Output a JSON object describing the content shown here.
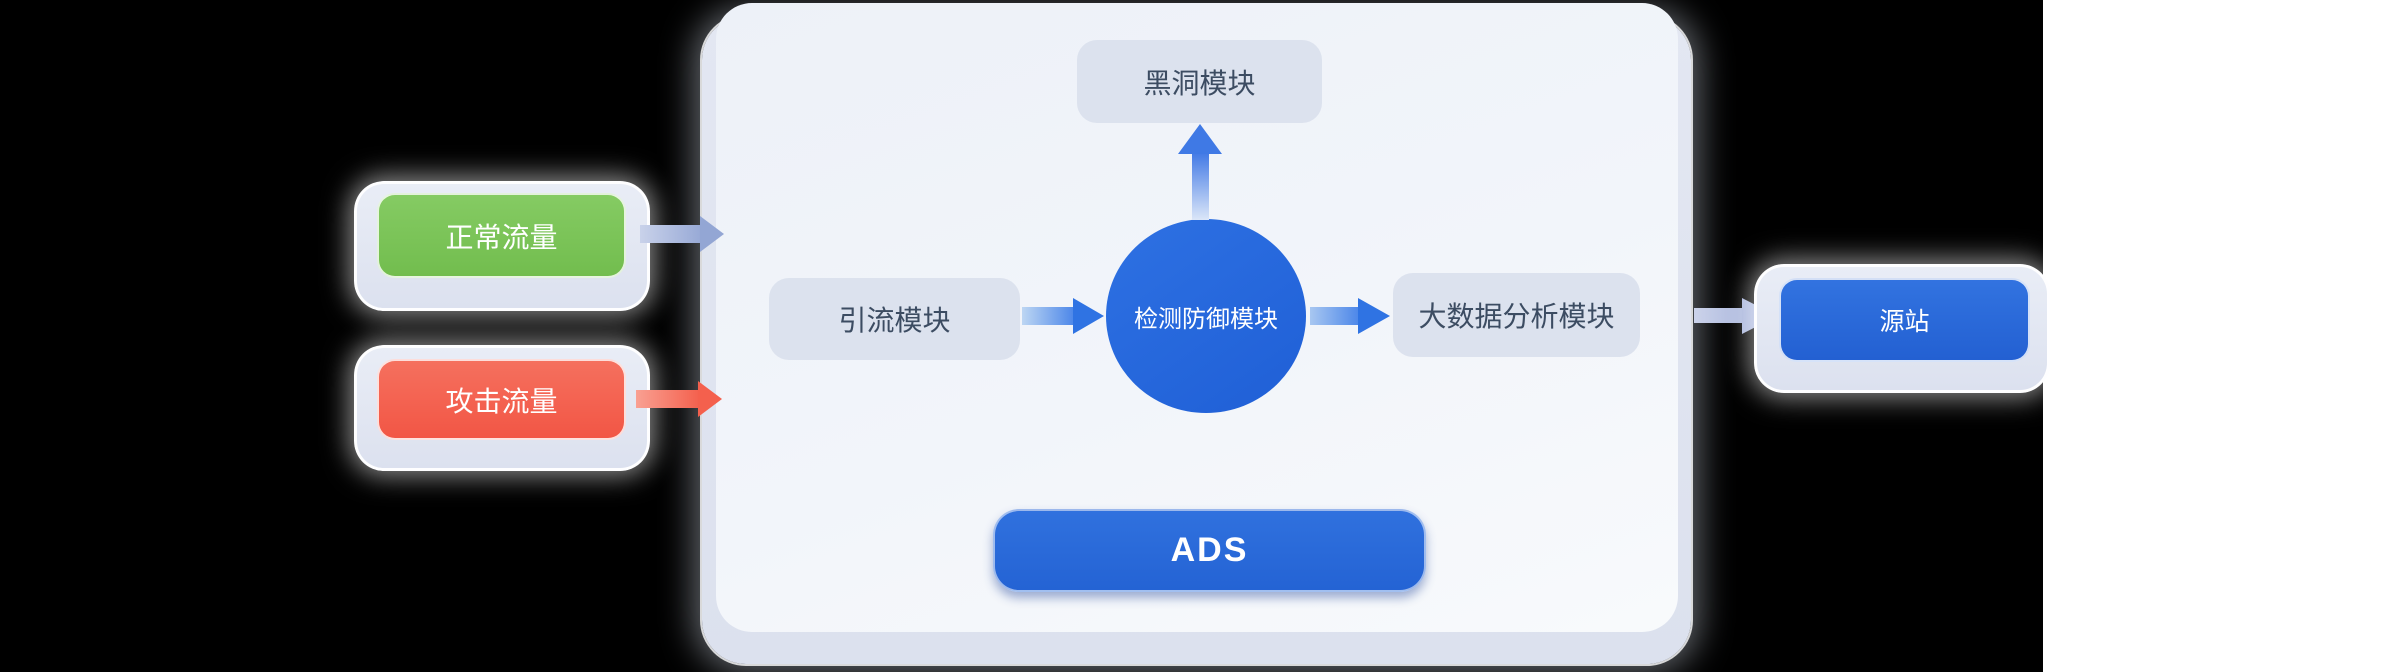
{
  "canvas": {
    "background_color": "#000000",
    "right_strip_color": "#ffffff"
  },
  "traffic_inputs": [
    {
      "label": "正常流量",
      "type": "normal",
      "color": "#7dc25e",
      "arrow_color": "#97a9d6"
    },
    {
      "label": "攻击流量",
      "type": "attack",
      "color": "#f4614e",
      "arrow_color": "#f4604d"
    }
  ],
  "panel": {
    "modules": {
      "blackhole": {
        "label": "黑洞模块",
        "fill": "#dce2ee",
        "text_color": "#3c4c62"
      },
      "diversion": {
        "label": "引流模块",
        "fill": "#dce2ee",
        "text_color": "#3c4c62"
      },
      "detection": {
        "label": "检测防御模块",
        "fill": "#2567dc",
        "text_color": "#ffffff"
      },
      "bigdata": {
        "label": "大数据分析模块",
        "fill": "#dce2ee",
        "text_color": "#3c4c62"
      }
    },
    "badge": {
      "label": "ADS",
      "fill": "#2b6ad8",
      "text_color": "#ffffff"
    }
  },
  "origin": {
    "label": "源站",
    "fill": "#2d6edb",
    "text_color": "#ffffff"
  },
  "edges": [
    {
      "from": "正常流量",
      "to": "panel",
      "color": "#97a9d6"
    },
    {
      "from": "攻击流量",
      "to": "panel",
      "color": "#f4604d"
    },
    {
      "from": "引流模块",
      "to": "检测防御模块",
      "color": "#2f73e3"
    },
    {
      "from": "检测防御模块",
      "to": "黑洞模块",
      "color": "#3f79e5"
    },
    {
      "from": "检测防御模块",
      "to": "大数据分析模块",
      "color": "#2f73e3"
    },
    {
      "from": "panel",
      "to": "源站",
      "color": "#abb7dd"
    }
  ]
}
